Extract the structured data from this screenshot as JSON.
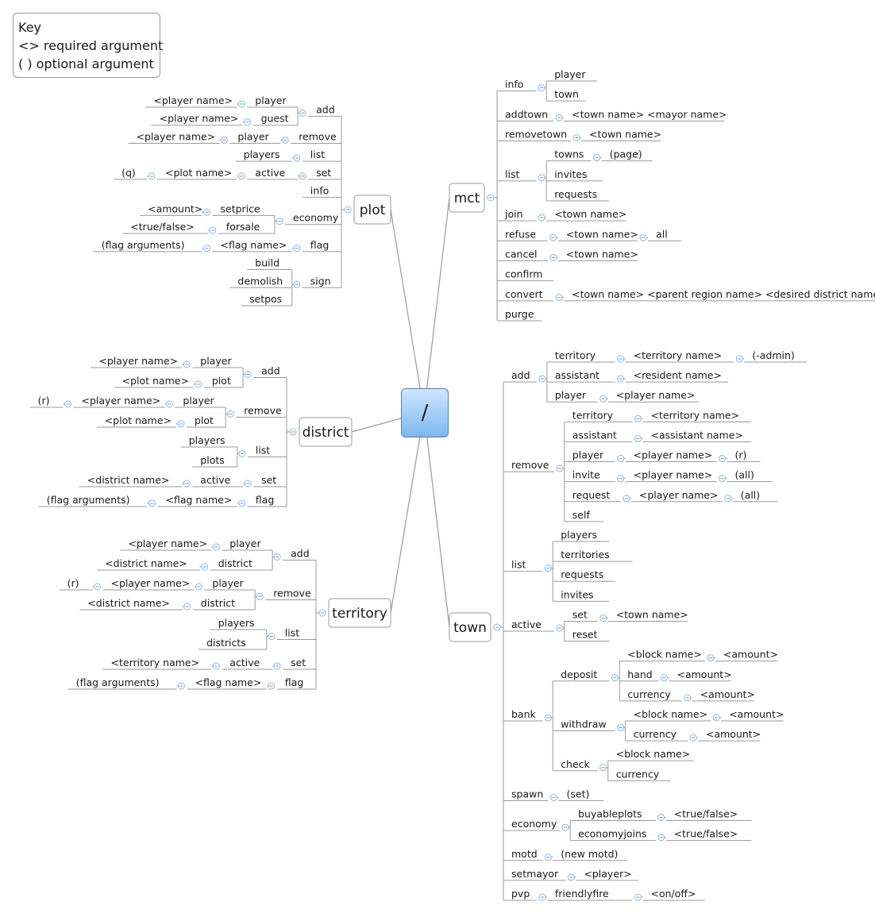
{
  "key": {
    "title": "Key",
    "lines": [
      "<> required argument",
      "( ) optional argument"
    ]
  },
  "root_label": "/",
  "topics": {
    "plot": "plot",
    "district": "district",
    "territory": "territory",
    "mct": "mct",
    "town": "town"
  },
  "plot": [
    {
      "label": "add",
      "children": [
        {
          "label": "player",
          "children": [
            {
              "label": "<player name>"
            }
          ]
        },
        {
          "label": "guest",
          "children": [
            {
              "label": "<player name>"
            }
          ]
        }
      ]
    },
    {
      "label": "remove",
      "children": [
        {
          "label": "player",
          "children": [
            {
              "label": "<player name>"
            }
          ]
        }
      ]
    },
    {
      "label": "list",
      "children": [
        {
          "label": "players"
        }
      ]
    },
    {
      "label": "set",
      "children": [
        {
          "label": "active",
          "children": [
            {
              "label": "<plot name>",
              "children": [
                {
                  "label": "(q)"
                }
              ]
            }
          ]
        }
      ]
    },
    {
      "label": "info"
    },
    {
      "label": "economy",
      "children": [
        {
          "label": "setprice",
          "children": [
            {
              "label": "<amount>"
            }
          ]
        },
        {
          "label": "forsale",
          "children": [
            {
              "label": "<true/false>"
            }
          ]
        }
      ]
    },
    {
      "label": "flag",
      "children": [
        {
          "label": "<flag name>",
          "children": [
            {
              "label": "(flag arguments)"
            }
          ]
        }
      ]
    },
    {
      "label": "sign",
      "children": [
        {
          "label": "build"
        },
        {
          "label": "demolish"
        },
        {
          "label": "setpos"
        }
      ]
    }
  ],
  "district": [
    {
      "label": "add",
      "children": [
        {
          "label": "player",
          "children": [
            {
              "label": "<player name>"
            }
          ]
        },
        {
          "label": "plot",
          "children": [
            {
              "label": "<plot name>"
            }
          ]
        }
      ]
    },
    {
      "label": "remove",
      "children": [
        {
          "label": "player",
          "children": [
            {
              "label": "<player name>",
              "children": [
                {
                  "label": "(r)"
                }
              ]
            }
          ]
        },
        {
          "label": "plot",
          "children": [
            {
              "label": "<plot name>"
            }
          ]
        }
      ]
    },
    {
      "label": "list",
      "children": [
        {
          "label": "players"
        },
        {
          "label": "plots"
        }
      ]
    },
    {
      "label": "set",
      "children": [
        {
          "label": "active",
          "children": [
            {
              "label": "<district name>"
            }
          ]
        }
      ]
    },
    {
      "label": "flag",
      "children": [
        {
          "label": "<flag name>",
          "children": [
            {
              "label": "(flag arguments)"
            }
          ]
        }
      ]
    }
  ],
  "territory": [
    {
      "label": "add",
      "children": [
        {
          "label": "player",
          "children": [
            {
              "label": "<player name>"
            }
          ]
        },
        {
          "label": "district",
          "children": [
            {
              "label": "<district name>"
            }
          ]
        }
      ]
    },
    {
      "label": "remove",
      "children": [
        {
          "label": "player",
          "children": [
            {
              "label": "<player name>",
              "children": [
                {
                  "label": "(r)"
                }
              ]
            }
          ]
        },
        {
          "label": "district",
          "children": [
            {
              "label": "<district name>"
            }
          ]
        }
      ]
    },
    {
      "label": "list",
      "children": [
        {
          "label": "players"
        },
        {
          "label": "districts"
        }
      ]
    },
    {
      "label": "set",
      "children": [
        {
          "label": "active",
          "children": [
            {
              "label": "<territory name>"
            }
          ]
        }
      ]
    },
    {
      "label": "flag",
      "children": [
        {
          "label": "<flag name>",
          "children": [
            {
              "label": "(flag arguments)"
            }
          ]
        }
      ]
    }
  ],
  "mct": [
    {
      "label": "info",
      "children": [
        {
          "label": "player"
        },
        {
          "label": "town"
        }
      ]
    },
    {
      "label": "addtown",
      "children": [
        {
          "label": "<town name>  <mayor name>"
        }
      ]
    },
    {
      "label": "removetown",
      "children": [
        {
          "label": "<town name>"
        }
      ]
    },
    {
      "label": "list",
      "children": [
        {
          "label": "towns",
          "children": [
            {
              "label": "(page)"
            }
          ]
        },
        {
          "label": "invites"
        },
        {
          "label": "requests"
        }
      ]
    },
    {
      "label": "join",
      "children": [
        {
          "label": "<town name>"
        }
      ]
    },
    {
      "label": "refuse",
      "children": [
        {
          "label": "<town name>",
          "children": [
            {
              "label": "all"
            }
          ]
        }
      ]
    },
    {
      "label": "cancel",
      "children": [
        {
          "label": "<town name>"
        }
      ]
    },
    {
      "label": "confirm"
    },
    {
      "label": "convert",
      "children": [
        {
          "label": "<town name>  <parent region name>  <desired district name>"
        }
      ]
    },
    {
      "label": "purge"
    }
  ],
  "town": [
    {
      "label": "add",
      "children": [
        {
          "label": "territory",
          "children": [
            {
              "label": "<territory name>",
              "children": [
                {
                  "label": "(-admin)"
                }
              ]
            }
          ]
        },
        {
          "label": "assistant",
          "children": [
            {
              "label": "<resident name>"
            }
          ]
        },
        {
          "label": "player",
          "children": [
            {
              "label": "<player name>"
            }
          ]
        }
      ]
    },
    {
      "label": "remove",
      "children": [
        {
          "label": "territory",
          "children": [
            {
              "label": "<territory name>"
            }
          ]
        },
        {
          "label": "assistant",
          "children": [
            {
              "label": "<assistant name>"
            }
          ]
        },
        {
          "label": "player",
          "children": [
            {
              "label": "<player name>",
              "children": [
                {
                  "label": "(r)"
                }
              ]
            }
          ]
        },
        {
          "label": "invite",
          "children": [
            {
              "label": "<player name>",
              "children": [
                {
                  "label": "(all)"
                }
              ]
            }
          ]
        },
        {
          "label": "request",
          "children": [
            {
              "label": "<player name>",
              "children": [
                {
                  "label": "(all)"
                }
              ]
            }
          ]
        },
        {
          "label": "self"
        }
      ]
    },
    {
      "label": "list",
      "children": [
        {
          "label": "players"
        },
        {
          "label": "territories"
        },
        {
          "label": "requests"
        },
        {
          "label": "invites"
        }
      ]
    },
    {
      "label": "active",
      "children": [
        {
          "label": "set",
          "children": [
            {
              "label": "<town name>"
            }
          ]
        },
        {
          "label": "reset"
        }
      ]
    },
    {
      "label": "bank",
      "children": [
        {
          "label": "deposit",
          "children": [
            {
              "label": "<block name>",
              "children": [
                {
                  "label": "<amount>"
                }
              ]
            },
            {
              "label": "hand",
              "children": [
                {
                  "label": "<amount>"
                }
              ]
            },
            {
              "label": "currency",
              "children": [
                {
                  "label": "<amount>"
                }
              ]
            }
          ]
        },
        {
          "label": "withdraw",
          "children": [
            {
              "label": "<block name>",
              "children": [
                {
                  "label": "<amount>"
                }
              ]
            },
            {
              "label": "currency",
              "children": [
                {
                  "label": "<amount>"
                }
              ]
            }
          ]
        },
        {
          "label": "check",
          "children": [
            {
              "label": "<block name>"
            },
            {
              "label": "currency"
            }
          ]
        }
      ]
    },
    {
      "label": "spawn",
      "children": [
        {
          "label": "(set)"
        }
      ]
    },
    {
      "label": "economy",
      "children": [
        {
          "label": "buyableplots",
          "children": [
            {
              "label": "<true/false>"
            }
          ]
        },
        {
          "label": "economyjoins",
          "children": [
            {
              "label": "<true/false>"
            }
          ]
        }
      ]
    },
    {
      "label": "motd",
      "children": [
        {
          "label": "(new motd)"
        }
      ]
    },
    {
      "label": "setmayor",
      "children": [
        {
          "label": "<player>"
        }
      ]
    },
    {
      "label": "pvp",
      "children": [
        {
          "label": "friendlyfire",
          "children": [
            {
              "label": "<on/off>"
            }
          ]
        }
      ]
    }
  ]
}
